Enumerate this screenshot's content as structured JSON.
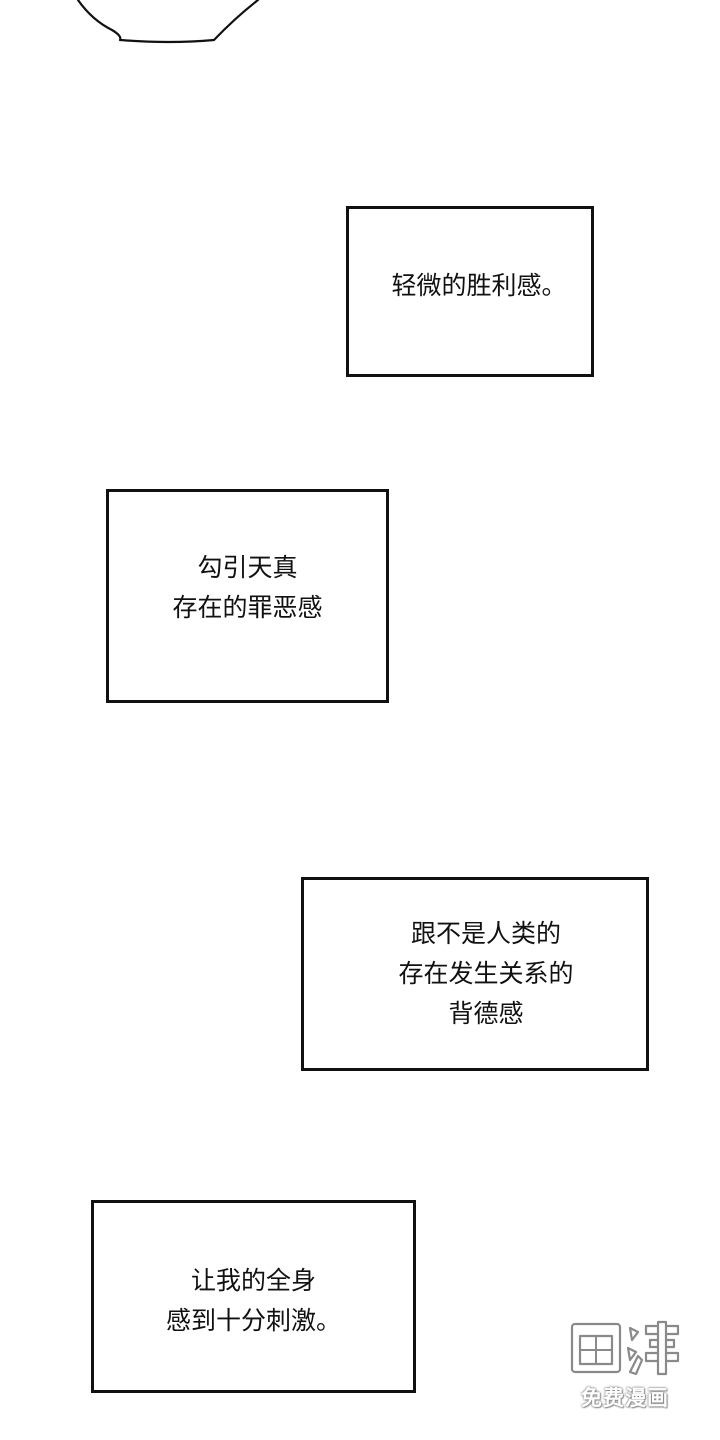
{
  "captions": [
    {
      "lines": [
        "轻微的胜利感。"
      ]
    },
    {
      "lines": [
        "勾引天真",
        "存在的罪恶感"
      ]
    },
    {
      "lines": [
        "跟不是人类的",
        "存在发生关系的",
        "背德感"
      ]
    },
    {
      "lines": [
        "让我的全身",
        "感到十分刺激。"
      ]
    }
  ],
  "watermark": {
    "logo_text": "画涯",
    "subtitle": "免费漫画"
  }
}
